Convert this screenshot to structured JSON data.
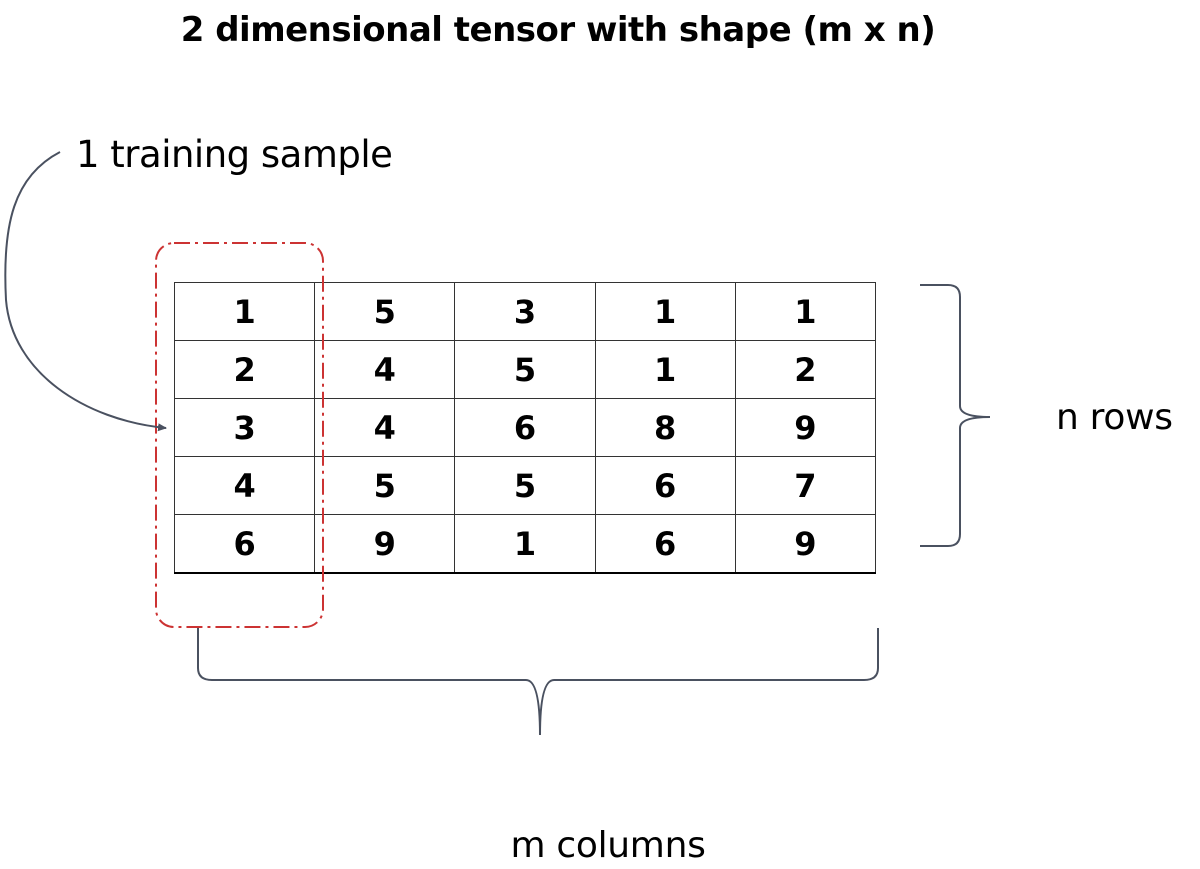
{
  "title": "2 dimensional tensor with shape (m x n)",
  "sample_label": "1 training sample",
  "rows_label": "n rows",
  "columns_label": "m columns",
  "tensor": {
    "rows": [
      [
        "1",
        "5",
        "3",
        "1",
        "1"
      ],
      [
        "2",
        "4",
        "5",
        "1",
        "2"
      ],
      [
        "3",
        "4",
        "6",
        "8",
        "9"
      ],
      [
        "4",
        "5",
        "5",
        "6",
        "7"
      ],
      [
        "6",
        "9",
        "1",
        "6",
        "9"
      ]
    ]
  },
  "colors": {
    "highlight_box": "#cc3333",
    "arrow": "#4a5160",
    "brace": "#4a5160",
    "grid": "#333333"
  }
}
